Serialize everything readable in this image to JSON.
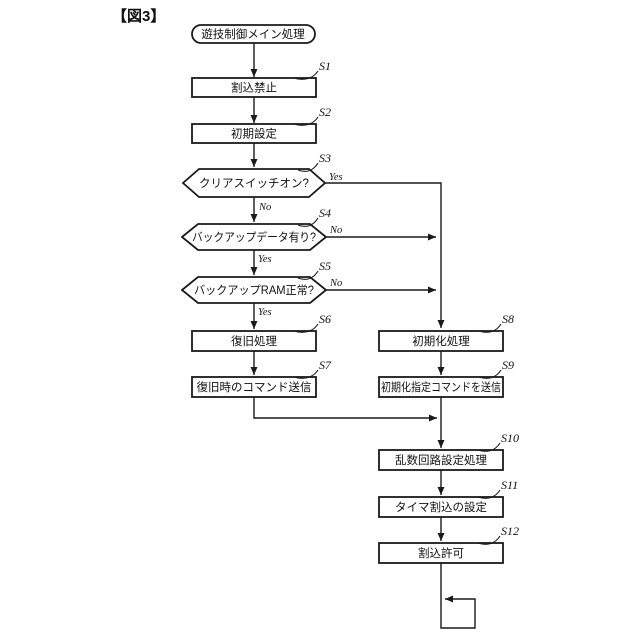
{
  "figure": {
    "label": "【図3】"
  },
  "flowchart": {
    "start_node": {
      "label": "遊技制御メイン処理"
    },
    "branch_labels": {
      "yes": "Yes",
      "no": "No"
    },
    "steps": {
      "s1": {
        "id": "S1",
        "label": "割込禁止",
        "type": "process"
      },
      "s2": {
        "id": "S2",
        "label": "初期設定",
        "type": "process"
      },
      "s3": {
        "id": "S3",
        "label": "クリアスイッチオン?",
        "type": "decision",
        "yes": "right",
        "no": "down"
      },
      "s4": {
        "id": "S4",
        "label": "バックアップデータ有り?",
        "type": "decision",
        "yes": "down",
        "no": "right"
      },
      "s5": {
        "id": "S5",
        "label": "バックアップRAM正常?",
        "type": "decision",
        "yes": "down",
        "no": "right"
      },
      "s6": {
        "id": "S6",
        "label": "復旧処理",
        "type": "process"
      },
      "s7": {
        "id": "S7",
        "label": "復旧時のコマンド送信",
        "type": "process"
      },
      "s8": {
        "id": "S8",
        "label": "初期化処理",
        "type": "process"
      },
      "s9": {
        "id": "S9",
        "label": "初期化指定コマンドを送信",
        "type": "process"
      },
      "s10": {
        "id": "S10",
        "label": "乱数回路設定処理",
        "type": "process"
      },
      "s11": {
        "id": "S11",
        "label": "タイマ割込の設定",
        "type": "process"
      },
      "s12": {
        "id": "S12",
        "label": "割込許可",
        "type": "process"
      }
    },
    "colors": {
      "stroke": "#1a1a1a",
      "background": "#ffffff",
      "text": "#111111"
    }
  }
}
